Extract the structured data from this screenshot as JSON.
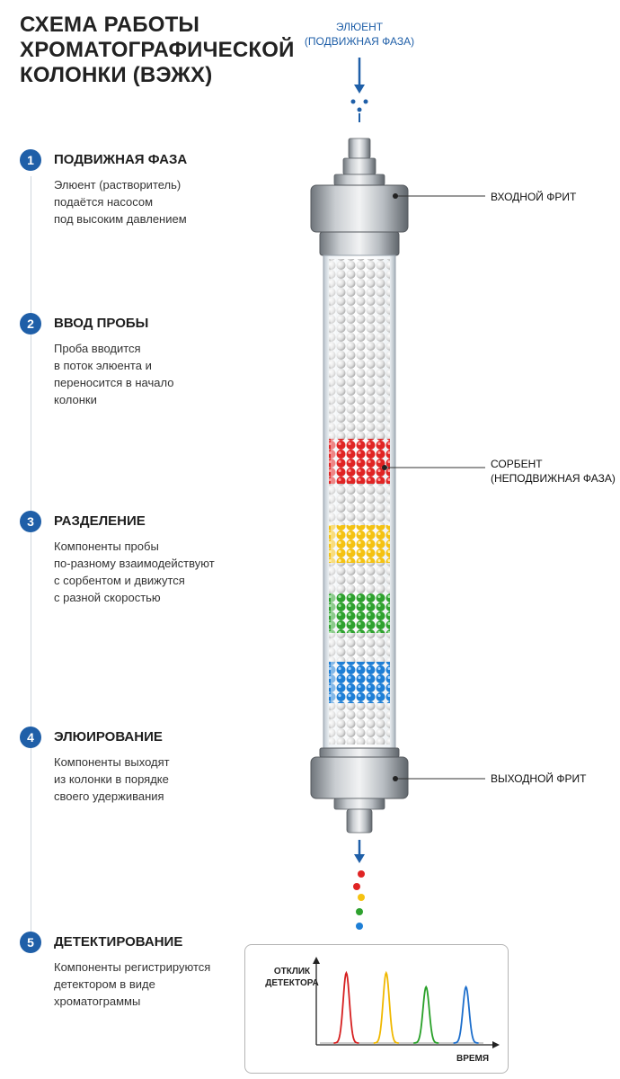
{
  "title": {
    "lines": [
      "СХЕМА РАБОТЫ",
      "ХРОМАТОГРАФИЧЕСКОЙ",
      "КОЛОНКИ (ВЭЖХ)"
    ]
  },
  "eluent": {
    "lines": [
      "ЭЛЮЕНТ",
      "(ПОДВИЖНАЯ ФАЗА)"
    ]
  },
  "steps": [
    {
      "num": "1",
      "title": "ПОДВИЖНАЯ ФАЗА",
      "desc": [
        "Элюент (растворитель)",
        "подаётся насосом",
        "под высоким давлением"
      ]
    },
    {
      "num": "2",
      "title": "ВВОД ПРОБЫ",
      "desc": [
        "Проба вводится",
        "в поток элюента и",
        "переносится в начало",
        "колонки"
      ]
    },
    {
      "num": "3",
      "title": "РАЗДЕЛЕНИЕ",
      "desc": [
        "Компоненты пробы",
        "по-разному взаимодействуют",
        "с сорбентом и движутся",
        "с разной скоростью"
      ]
    },
    {
      "num": "4",
      "title": "ЭЛЮИРОВАНИЕ",
      "desc": [
        "Компоненты выходят",
        "из колонки в порядке",
        "своего удерживания"
      ]
    },
    {
      "num": "5",
      "title": "ДЕТЕКТИРОВАНИЕ",
      "desc": [
        "Компоненты регистрируются",
        "детектором в виде",
        "хроматограммы"
      ]
    }
  ],
  "callouts": {
    "inlet_frit": "ВХОДНОЙ ФРИТ",
    "sorbent": [
      "СОРБЕНТ",
      "(НЕПОДВИЖНАЯ ФАЗА)"
    ],
    "outlet_frit": "ВЫХОДНОЙ ФРИТ"
  },
  "bands": [
    {
      "color": "#e02424",
      "label": "red"
    },
    {
      "color": "#f5c211",
      "label": "yellow"
    },
    {
      "color": "#2ea12e",
      "label": "green"
    },
    {
      "color": "#1e7fd6",
      "label": "blue"
    }
  ],
  "colors": {
    "accent": "#1f5fa8",
    "sorbent_bead": "#e8e8e8",
    "metal": "#9aa0a6"
  },
  "chart_data": {
    "type": "line",
    "ylabel": "ОТКЛИК ДЕТЕКТОРА",
    "xlabel": "ВРЕМЯ",
    "series": [
      {
        "color": "#d62020",
        "peak_x": 1,
        "peak_y": 1
      },
      {
        "color": "#f0b800",
        "peak_x": 2,
        "peak_y": 1
      },
      {
        "color": "#28a028",
        "peak_x": 3,
        "peak_y": 0.8
      },
      {
        "color": "#1e6fcc",
        "peak_x": 4,
        "peak_y": 0.8
      }
    ],
    "xlim": [
      0,
      5
    ],
    "ylim": [
      0,
      1.2
    ],
    "grid": false
  }
}
